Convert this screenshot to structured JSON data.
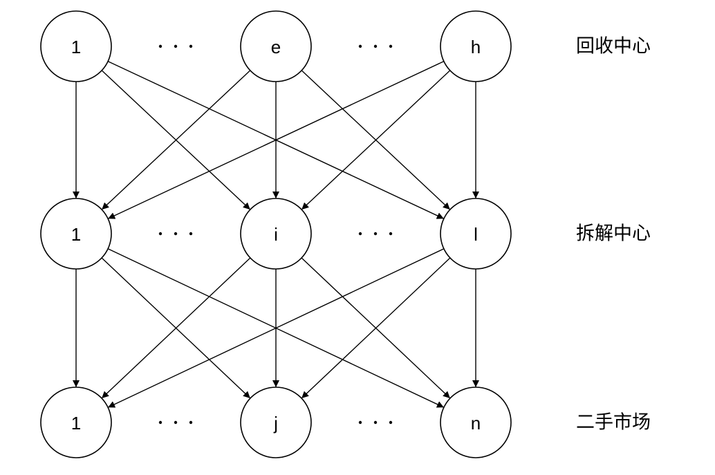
{
  "diagram": {
    "tiers": [
      {
        "label": "回收中心",
        "nodes": [
          "1",
          "e",
          "h"
        ]
      },
      {
        "label": "拆解中心",
        "nodes": [
          "1",
          "i",
          "l"
        ]
      },
      {
        "label": "二手市场",
        "nodes": [
          "1",
          "j",
          "n"
        ]
      }
    ],
    "edges": [
      {
        "from": [
          0,
          0
        ],
        "to": [
          1,
          0
        ]
      },
      {
        "from": [
          0,
          0
        ],
        "to": [
          1,
          1
        ]
      },
      {
        "from": [
          0,
          0
        ],
        "to": [
          1,
          2
        ]
      },
      {
        "from": [
          0,
          1
        ],
        "to": [
          1,
          0
        ]
      },
      {
        "from": [
          0,
          1
        ],
        "to": [
          1,
          1
        ]
      },
      {
        "from": [
          0,
          1
        ],
        "to": [
          1,
          2
        ]
      },
      {
        "from": [
          0,
          2
        ],
        "to": [
          1,
          0
        ]
      },
      {
        "from": [
          0,
          2
        ],
        "to": [
          1,
          1
        ]
      },
      {
        "from": [
          0,
          2
        ],
        "to": [
          1,
          2
        ]
      },
      {
        "from": [
          1,
          0
        ],
        "to": [
          2,
          0
        ]
      },
      {
        "from": [
          1,
          0
        ],
        "to": [
          2,
          1
        ]
      },
      {
        "from": [
          1,
          0
        ],
        "to": [
          2,
          2
        ]
      },
      {
        "from": [
          1,
          1
        ],
        "to": [
          2,
          0
        ]
      },
      {
        "from": [
          1,
          1
        ],
        "to": [
          2,
          1
        ]
      },
      {
        "from": [
          1,
          1
        ],
        "to": [
          2,
          2
        ]
      },
      {
        "from": [
          1,
          2
        ],
        "to": [
          2,
          0
        ]
      },
      {
        "from": [
          1,
          2
        ],
        "to": [
          2,
          1
        ]
      },
      {
        "from": [
          1,
          2
        ],
        "to": [
          2,
          2
        ]
      }
    ],
    "colors": {
      "stroke": "#000000",
      "background": "#ffffff"
    }
  }
}
